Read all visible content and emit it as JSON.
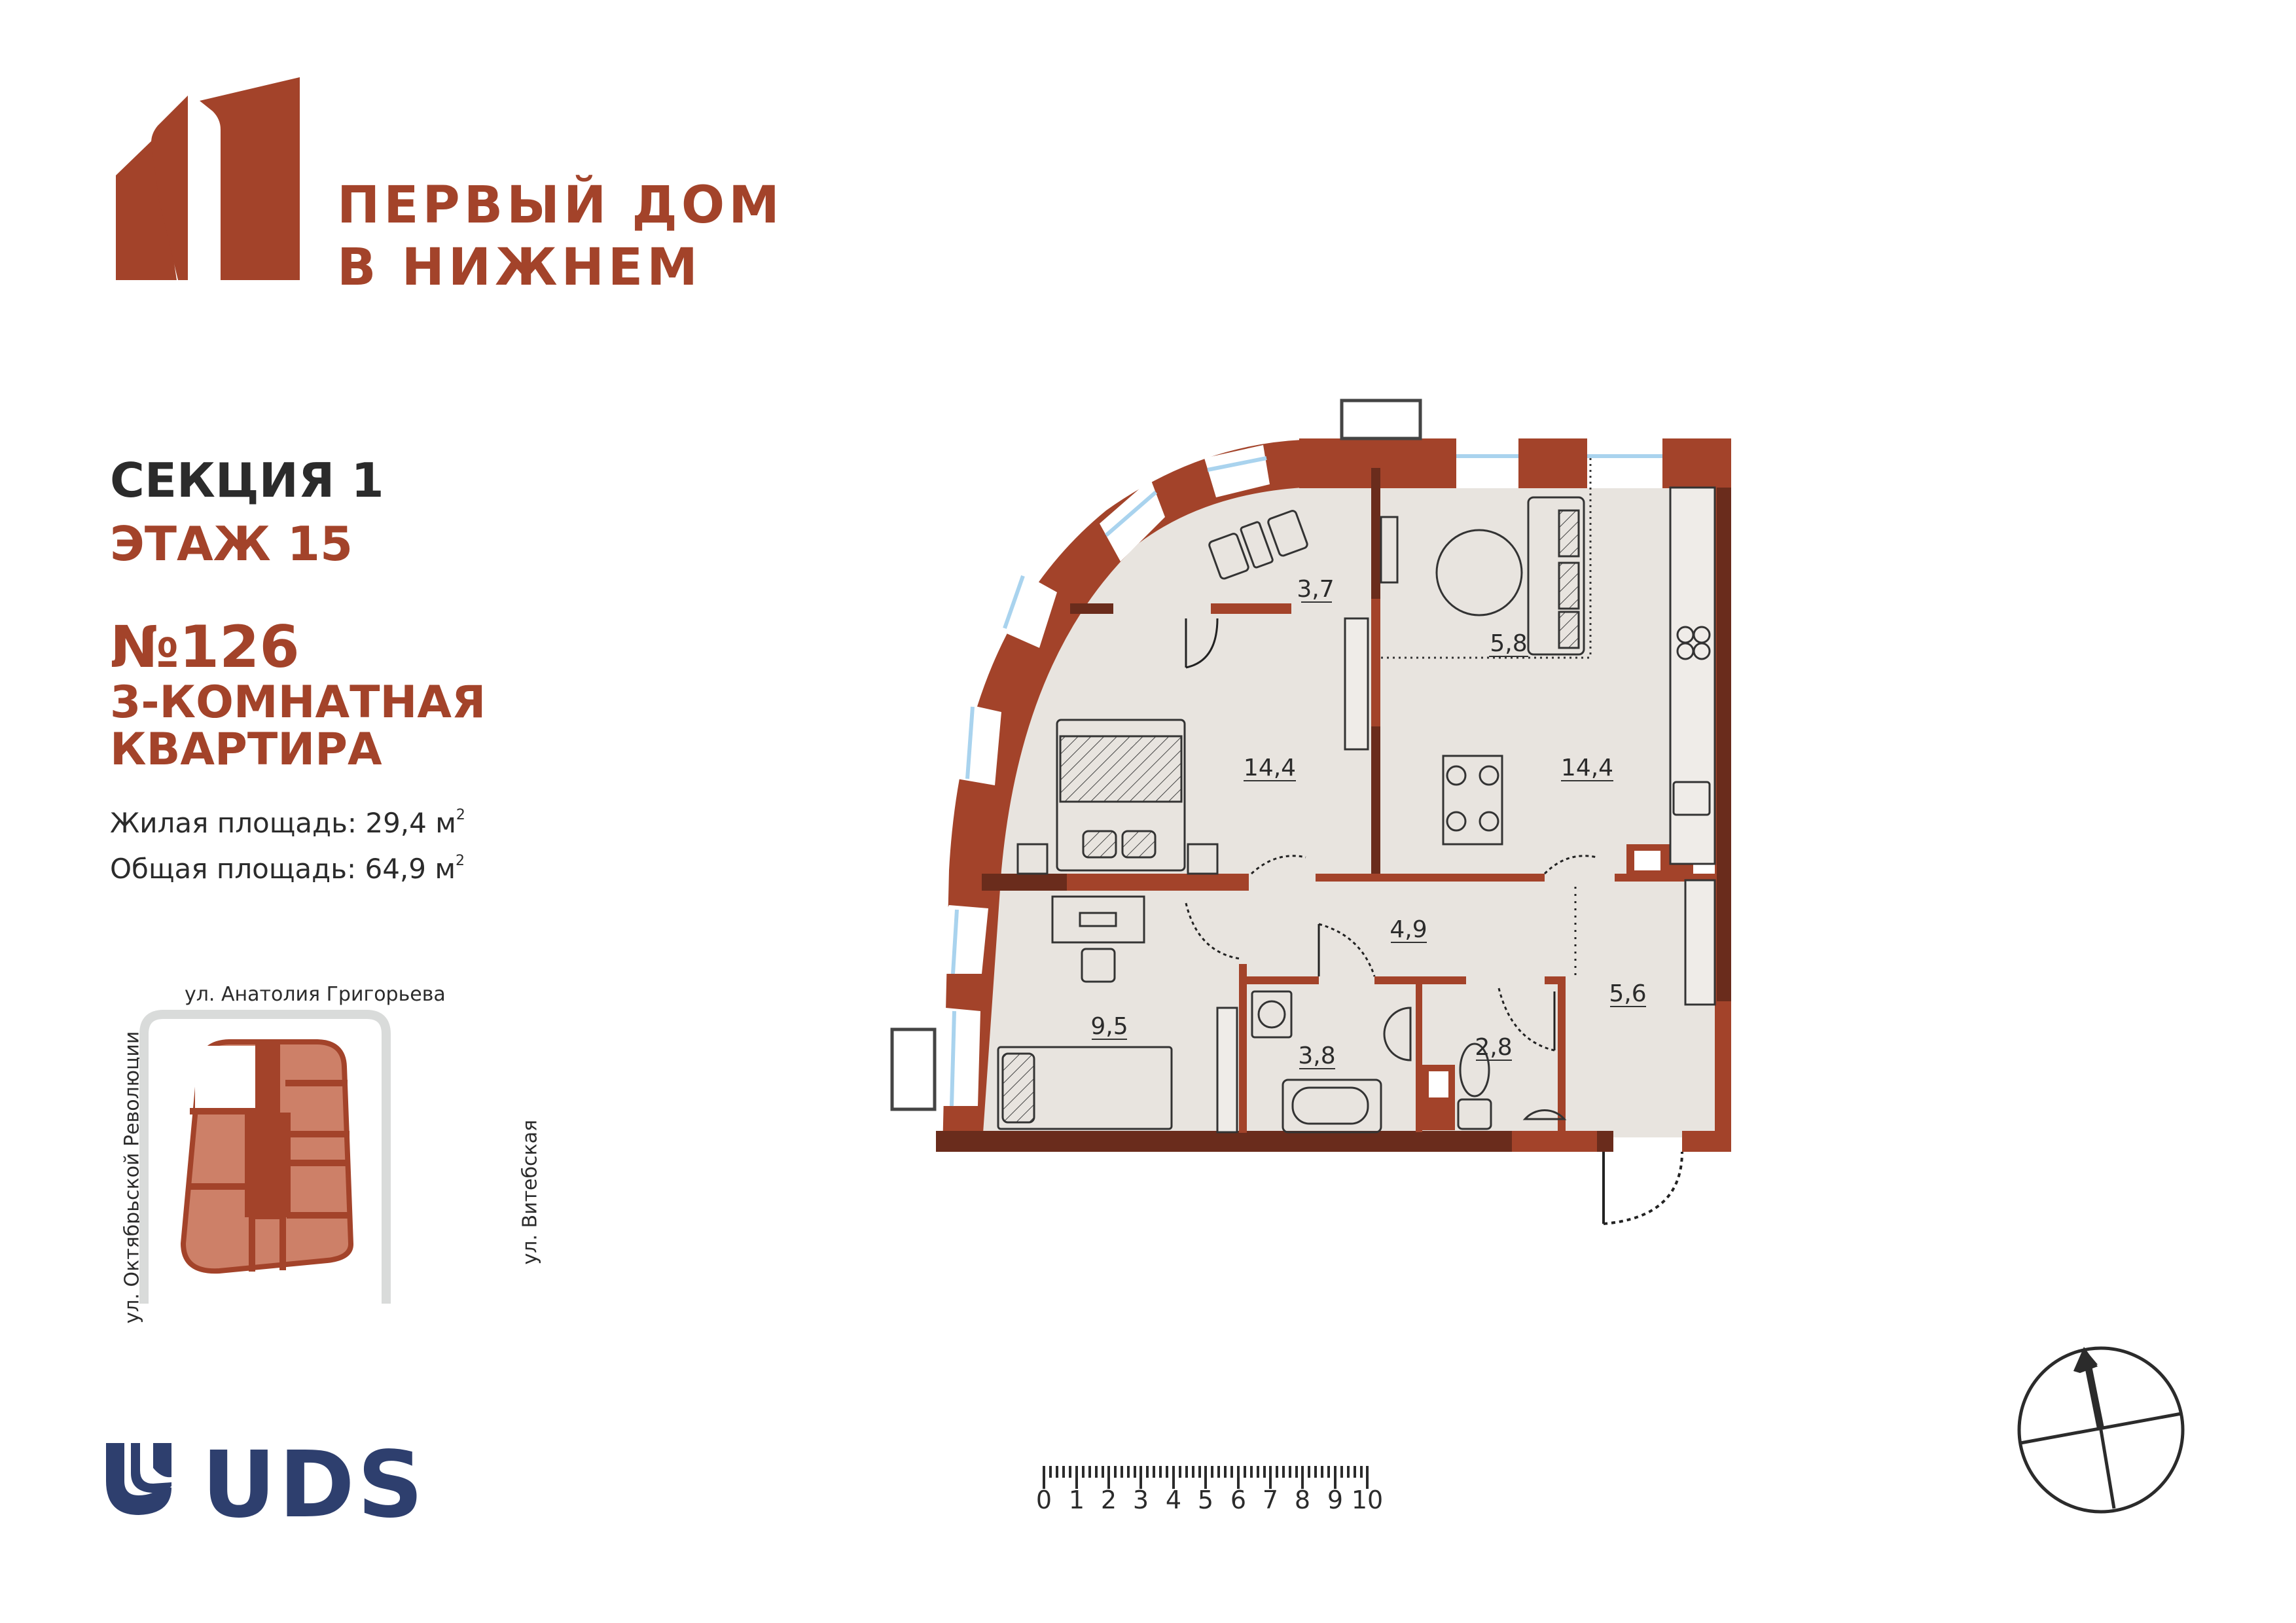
{
  "brand": {
    "mark": "N1",
    "line1": "ПЕРВЫЙ ДОМ",
    "line2": "В НИЖНЕМ",
    "color": "#a3432a"
  },
  "info": {
    "section_label": "СЕКЦИЯ",
    "section_value": "1",
    "floor_label": "ЭТАЖ",
    "floor_value": "15",
    "apartment_number": "№126",
    "apartment_type_line1": "3-КОМНАТНАЯ",
    "apartment_type_line2": "КВАРТИРА",
    "living_area_label": "Жилая площадь:",
    "living_area_value": "29,4 м",
    "total_area_label": "Общая площадь:",
    "total_area_value": "64,9 м",
    "unit_superscript": "2"
  },
  "site_map": {
    "street_top": "ул. Анатолия Григорьева",
    "street_left": "ул. Октябрьской Революции",
    "street_right": "ул. Витебская",
    "fill_color": "#cd8068",
    "wall_color": "#a3432a",
    "road_color": "#d9dbda"
  },
  "developer": {
    "name": "UDS",
    "color": "#2e3f6e"
  },
  "floor_plan": {
    "wall_color": "#a3432a",
    "wall_dark_color": "#6a2c1c",
    "floor_color": "#e8e4df",
    "glass_color": "#a9d3ee",
    "rooms": [
      {
        "id": "loggia",
        "area": "3,7"
      },
      {
        "id": "lounge",
        "area": "5,8"
      },
      {
        "id": "bedroom",
        "area": "14,4"
      },
      {
        "id": "kitchen-living",
        "area": "14,4"
      },
      {
        "id": "hall",
        "area": "4,9"
      },
      {
        "id": "kids-room",
        "area": "9,5"
      },
      {
        "id": "bathroom",
        "area": "3,8"
      },
      {
        "id": "wc",
        "area": "2,8"
      },
      {
        "id": "entrance",
        "area": "5,6"
      }
    ]
  },
  "scale_bar": {
    "labels": [
      "0",
      "1",
      "2",
      "3",
      "4",
      "5",
      "6",
      "7",
      "8",
      "9",
      "10"
    ]
  },
  "compass": {
    "icon": "north-arrow-icon"
  }
}
